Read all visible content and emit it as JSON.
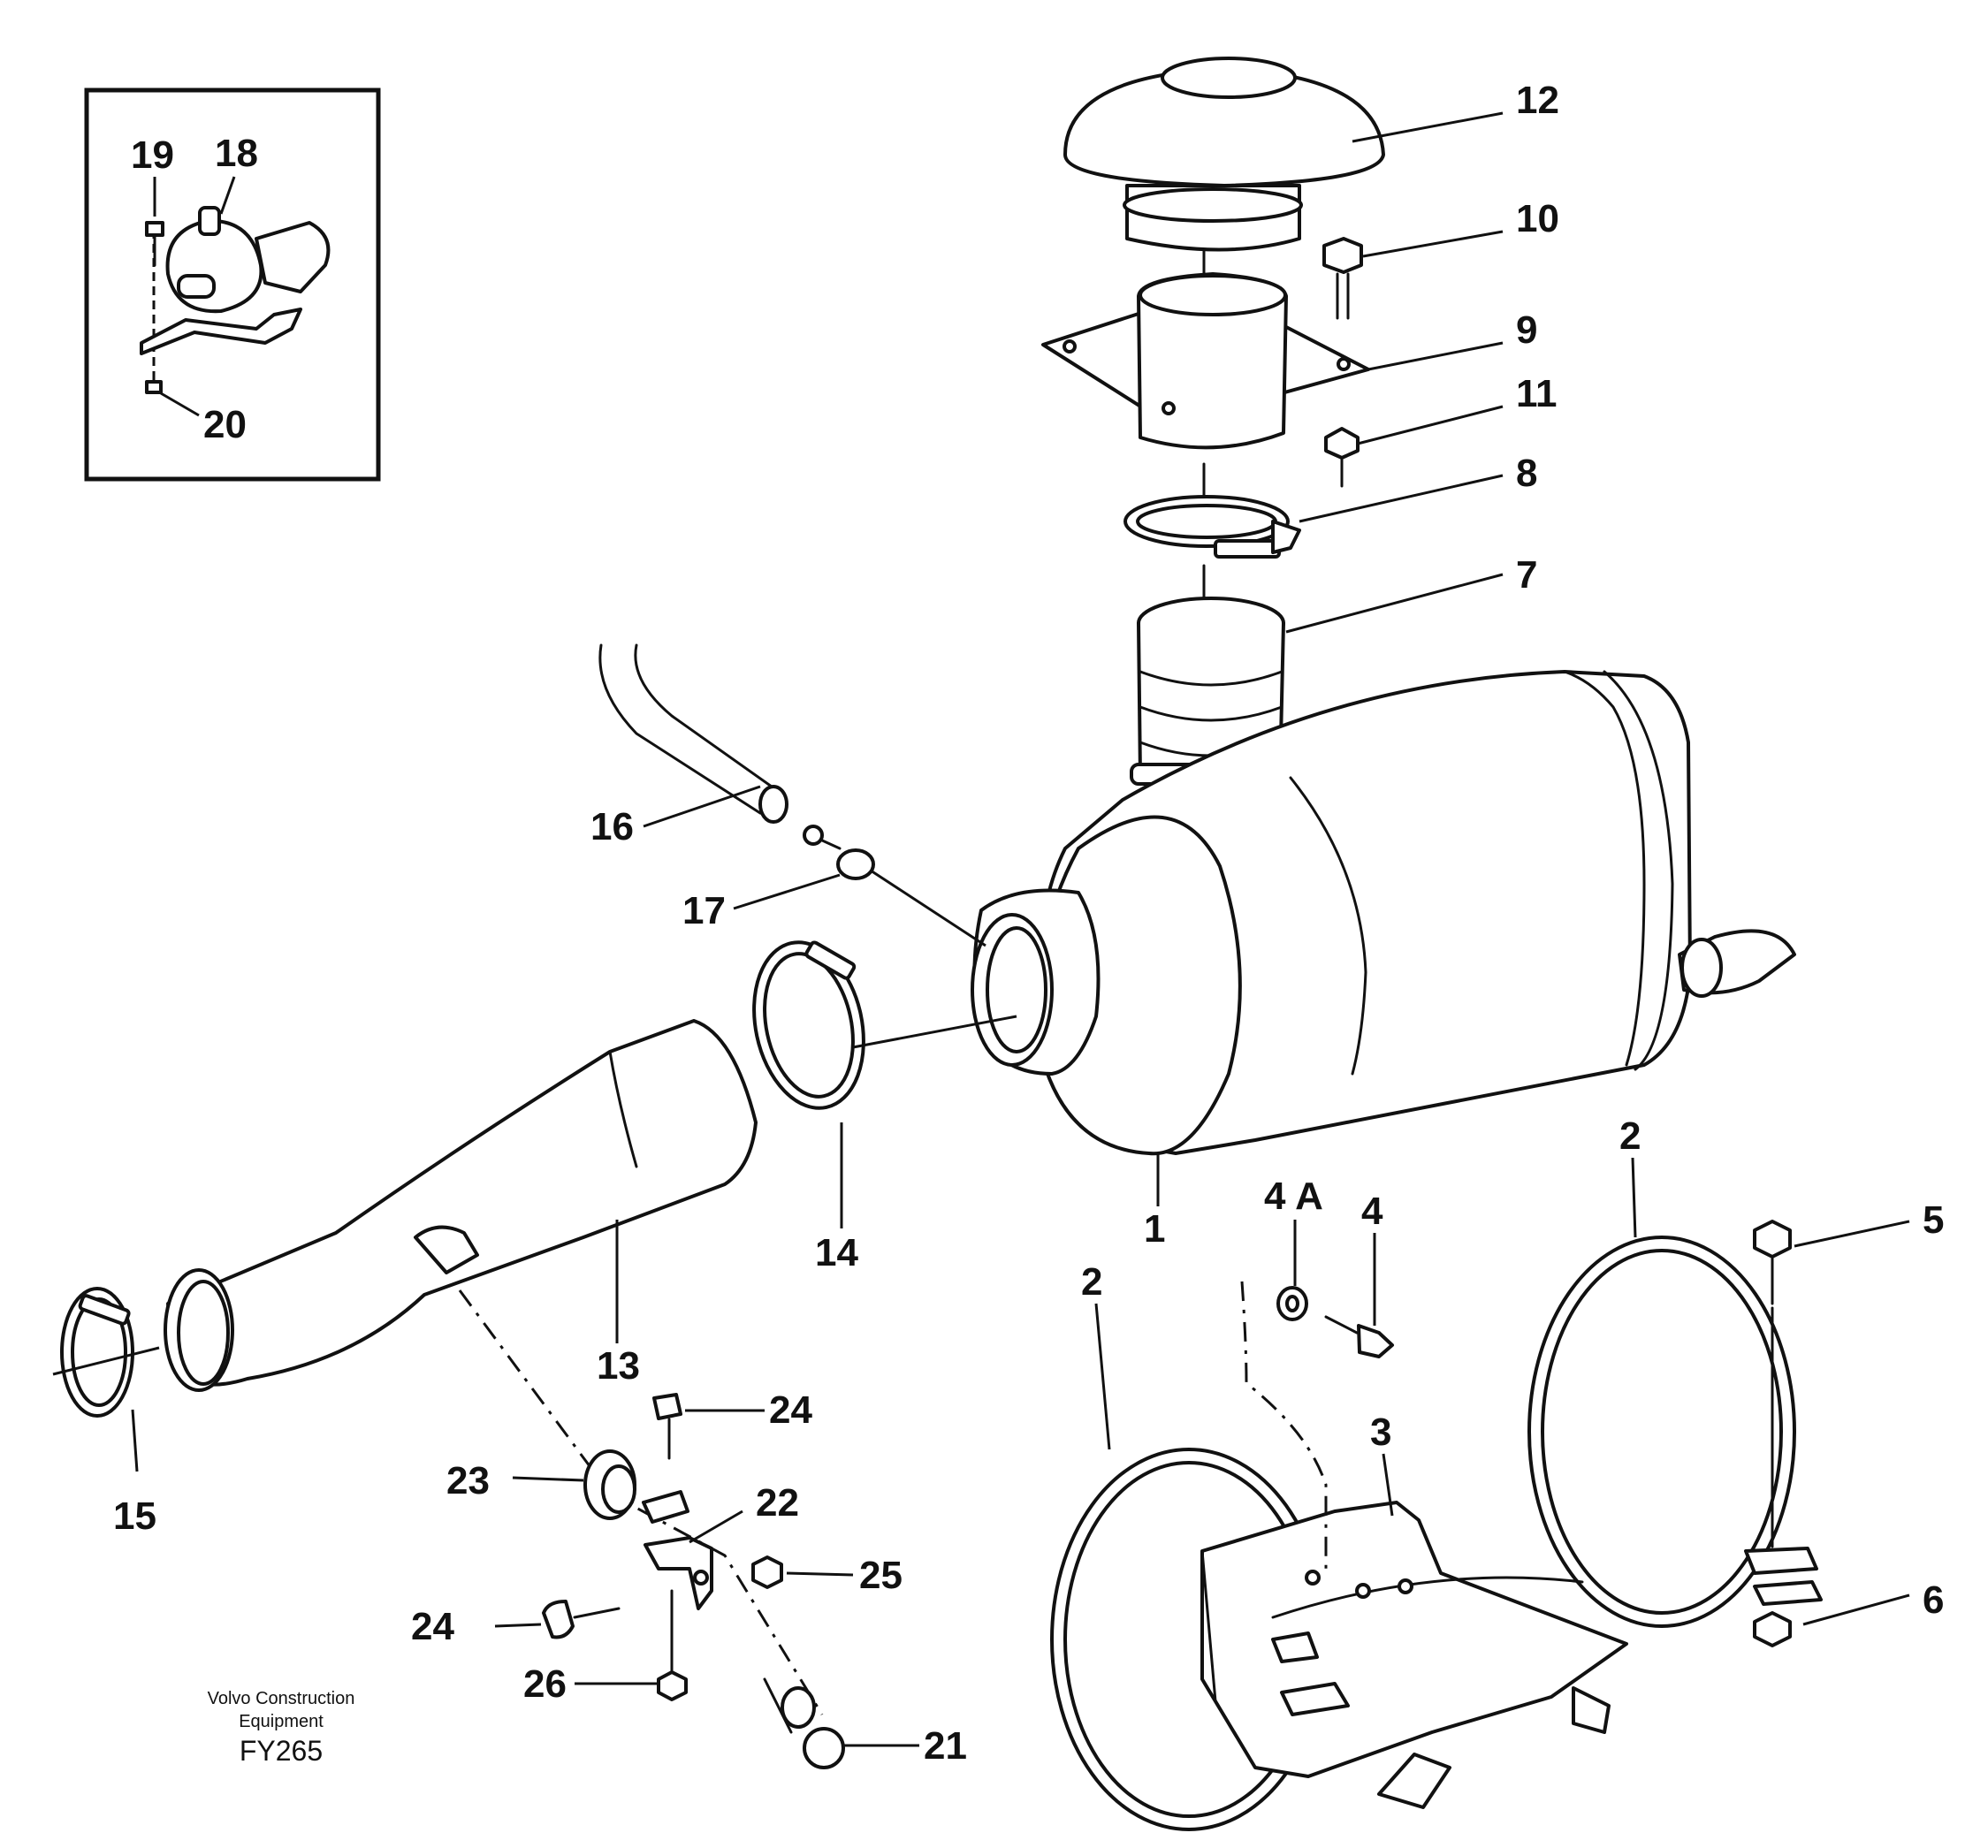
{
  "diagram": {
    "callouts": [
      {
        "id": "c12",
        "label": "12"
      },
      {
        "id": "c10",
        "label": "10"
      },
      {
        "id": "c9",
        "label": "9"
      },
      {
        "id": "c11",
        "label": "11"
      },
      {
        "id": "c8",
        "label": "8"
      },
      {
        "id": "c7",
        "label": "7"
      },
      {
        "id": "c16",
        "label": "16"
      },
      {
        "id": "c17",
        "label": "17"
      },
      {
        "id": "c14",
        "label": "14"
      },
      {
        "id": "c1",
        "label": "1"
      },
      {
        "id": "c13",
        "label": "13"
      },
      {
        "id": "c15",
        "label": "15"
      },
      {
        "id": "c4a",
        "label": "4 A"
      },
      {
        "id": "c4",
        "label": "4"
      },
      {
        "id": "c2a",
        "label": "2"
      },
      {
        "id": "c2b",
        "label": "2"
      },
      {
        "id": "c5",
        "label": "5"
      },
      {
        "id": "c3",
        "label": "3"
      },
      {
        "id": "c6",
        "label": "6"
      },
      {
        "id": "c24a",
        "label": "24"
      },
      {
        "id": "c23",
        "label": "23"
      },
      {
        "id": "c22",
        "label": "22"
      },
      {
        "id": "c25",
        "label": "25"
      },
      {
        "id": "c24b",
        "label": "24"
      },
      {
        "id": "c26",
        "label": "26"
      },
      {
        "id": "c21",
        "label": "21"
      },
      {
        "id": "c19",
        "label": "19"
      },
      {
        "id": "c18",
        "label": "18"
      },
      {
        "id": "c20",
        "label": "20"
      }
    ],
    "caption": {
      "line1": "Volvo Construction",
      "line2": "Equipment",
      "code": "FY265"
    }
  }
}
